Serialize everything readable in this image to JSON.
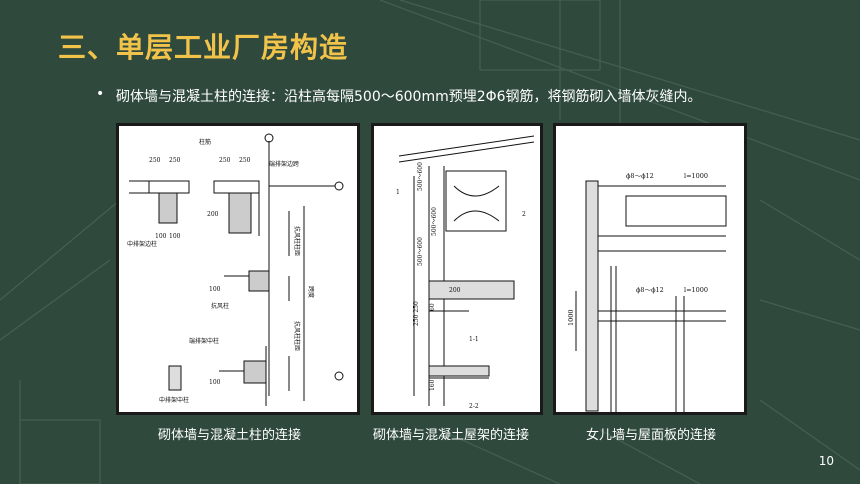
{
  "slide": {
    "title": "三、单层工业厂房构造",
    "bullet_symbol": "•",
    "bullet_text": "砌体墙与混凝土柱的连接：沿柱高每隔500～600mm预埋2Φ6钢筋，将钢筋砌入墙体灰缝内。",
    "page_number": "10",
    "colors": {
      "background": "#2f4a3c",
      "title": "#f2c34a",
      "text": "#ffffff"
    }
  },
  "figures": [
    {
      "caption": "砌体墙与混凝土柱的连接",
      "labels": {
        "top": "柱筋",
        "d250a": "250",
        "d250b": "250",
        "d250c": "250",
        "d250d": "250",
        "d200": "200",
        "d100a": "100",
        "d100b": "100",
        "d100c": "100",
        "d100d": "100",
        "truss_edge": "端排架边跨",
        "mid_frame_col": "中排架边柱",
        "wind_col": "抗风柱",
        "wind_spacing": "抗风柱柱距",
        "span": "跨度",
        "edge_mid_col": "端排架中柱",
        "mid_mid_col": "中排架中柱",
        "wind_spacing2": "抗风柱柱距"
      }
    },
    {
      "caption": "砌体墙与混凝土屋架的连接",
      "labels": {
        "d500a": "500～600",
        "d500b": "500～600",
        "d500c": "500～600",
        "d250": "250 250",
        "d200": "200",
        "d60": "60",
        "d160": "160",
        "sec11": "1-1",
        "sec22": "2-2",
        "m1": "1",
        "m2": "2"
      }
    },
    {
      "caption": "女儿墙与屋面板的连接",
      "labels": {
        "rebar1": "ϕ8～ϕ12",
        "len1": "l=1000",
        "rebar2": "ϕ8～ϕ12",
        "len2": "l=1000",
        "height": "1000"
      }
    }
  ]
}
